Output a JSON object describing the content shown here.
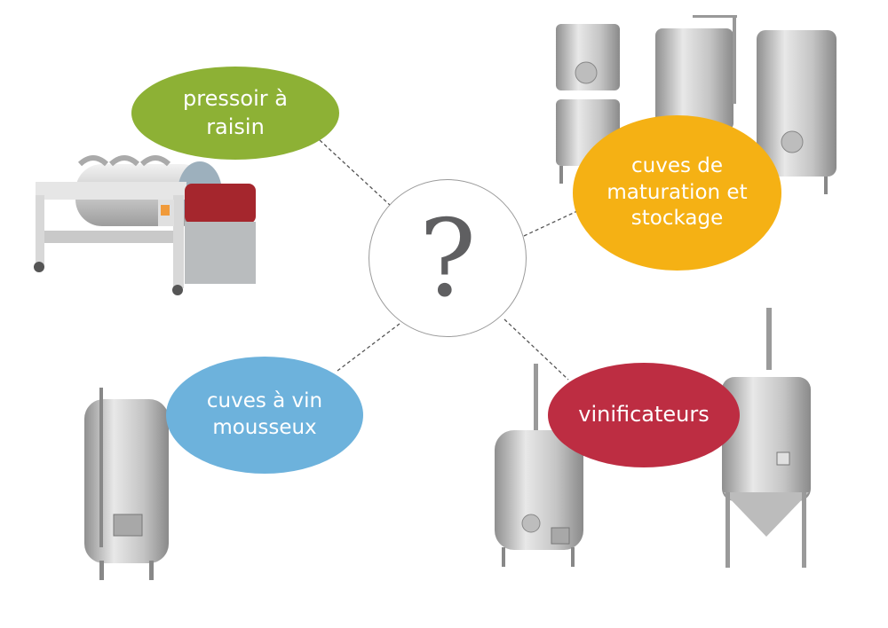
{
  "diagram": {
    "center": {
      "symbol": "?",
      "color": "#5f5f61"
    },
    "nodes": [
      {
        "id": "press",
        "label_lines": [
          "pressoir à",
          "raisin"
        ],
        "color": "#8db135"
      },
      {
        "id": "storage",
        "label_lines": [
          "cuves de",
          "maturation et",
          "stockage"
        ],
        "color": "#f5b114"
      },
      {
        "id": "sparkling",
        "label_lines": [
          "cuves à vin",
          "mousseux"
        ],
        "color": "#6db2dc"
      },
      {
        "id": "fermenters",
        "label_lines": [
          "vinificateurs"
        ],
        "color": "#bd2d42"
      }
    ],
    "images": [
      {
        "id": "grape-press",
        "depicts": "grape press machine"
      },
      {
        "id": "storage-tanks",
        "depicts": "stainless steel storage tanks"
      },
      {
        "id": "sparkling-tank",
        "depicts": "sparkling wine tank"
      },
      {
        "id": "fermenter-tanks",
        "depicts": "winemaking fermenter tanks"
      }
    ]
  }
}
